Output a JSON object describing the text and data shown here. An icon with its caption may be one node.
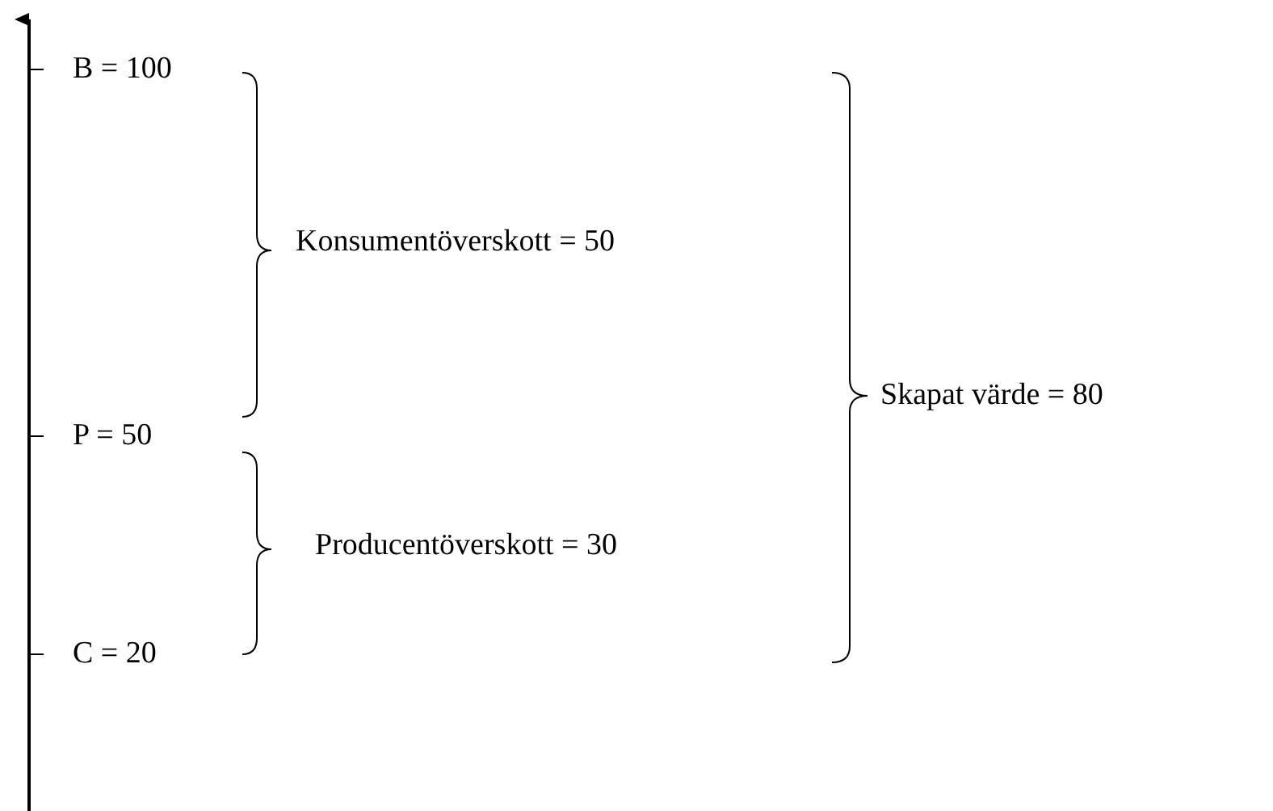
{
  "diagram": {
    "labels": [
      "B = 100",
      "Konsumentöverskott = 50",
      "Skapat värde = 80",
      "P = 50",
      "Producentöverskott = 30",
      "C = 20"
    ]
  }
}
